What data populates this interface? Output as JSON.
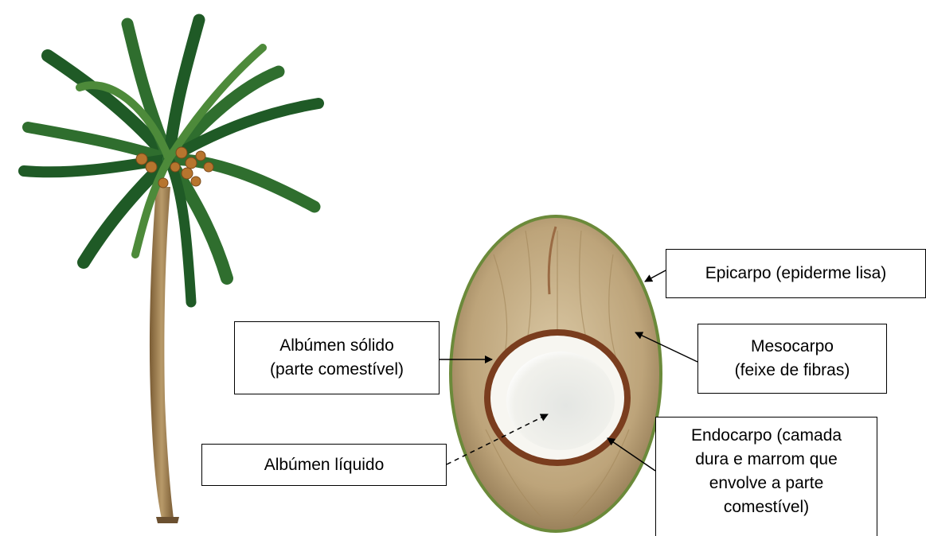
{
  "diagram": {
    "figures": [
      "coconut-palm-illustration",
      "coconut-cross-section-photo"
    ],
    "labels": {
      "epicarpo": {
        "lines": [
          "Epicarpo (epiderme lisa)"
        ]
      },
      "mesocarpo": {
        "lines": [
          "Mesocarpo",
          "(feixe de fibras)"
        ]
      },
      "albumen_solido": {
        "lines": [
          "Albúmen sólido",
          "(parte comestível)"
        ]
      },
      "albumen_liquido": {
        "lines": [
          "Albúmen líquido"
        ]
      },
      "endocarpo": {
        "lines": [
          "Endocarpo (camada",
          "dura e marrom que",
          "envolve a parte",
          "comestível)"
        ]
      }
    },
    "colors": {
      "frond_dark": "#1f5a26",
      "frond_light": "#4d8a3a",
      "trunk": "#9a7a4e",
      "nut_husk": "#b8a078",
      "nut_rim": "#7a3d1e",
      "meat": "#f3f1ea",
      "skin_edge": "#6b8a3a"
    }
  }
}
